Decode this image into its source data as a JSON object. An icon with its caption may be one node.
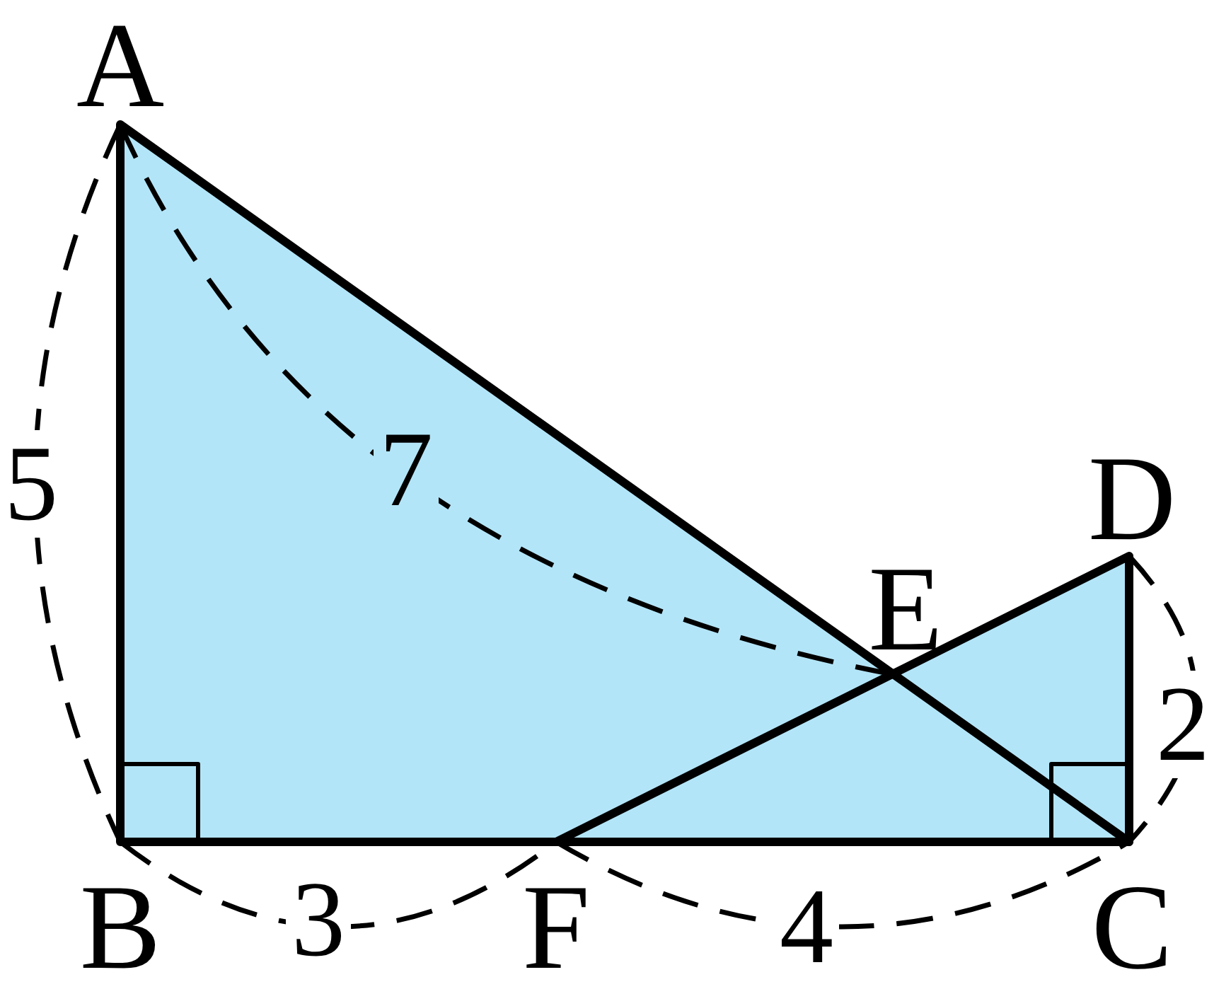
{
  "diagram": {
    "labels": [
      "A",
      "5",
      "7",
      "D",
      "E",
      "2",
      "B",
      "3",
      "F",
      "4",
      "C"
    ]
  }
}
